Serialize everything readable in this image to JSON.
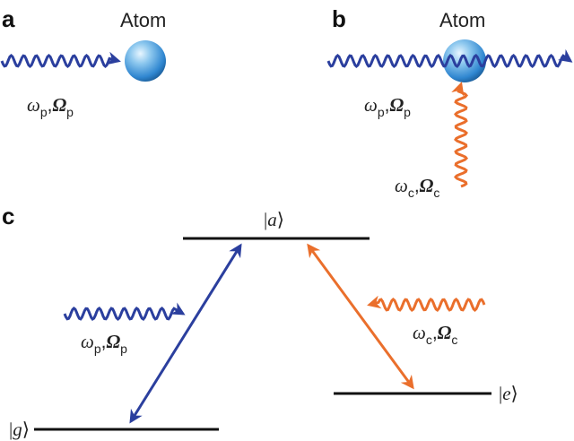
{
  "panels": {
    "a": {
      "label": "a",
      "atom_label": "Atom"
    },
    "b": {
      "label": "b",
      "atom_label": "Atom"
    },
    "c": {
      "label": "c"
    }
  },
  "probe": {
    "freq": "ω",
    "rabi": "Ω",
    "sub": "p",
    "sep": ","
  },
  "coupling": {
    "freq": "ω",
    "rabi": "Ω",
    "sub": "c",
    "sep": ","
  },
  "states": {
    "excited": {
      "open": "|",
      "name": "a",
      "close": "⟩"
    },
    "ground": {
      "open": "|",
      "name": "g",
      "close": "⟩"
    },
    "metastable": {
      "open": "|",
      "name": "e",
      "close": "⟩"
    }
  },
  "colors": {
    "probe": "#2b3f9e",
    "coupling": "#ea6f2c",
    "atom": "#2f86d0",
    "level": "#111111"
  }
}
